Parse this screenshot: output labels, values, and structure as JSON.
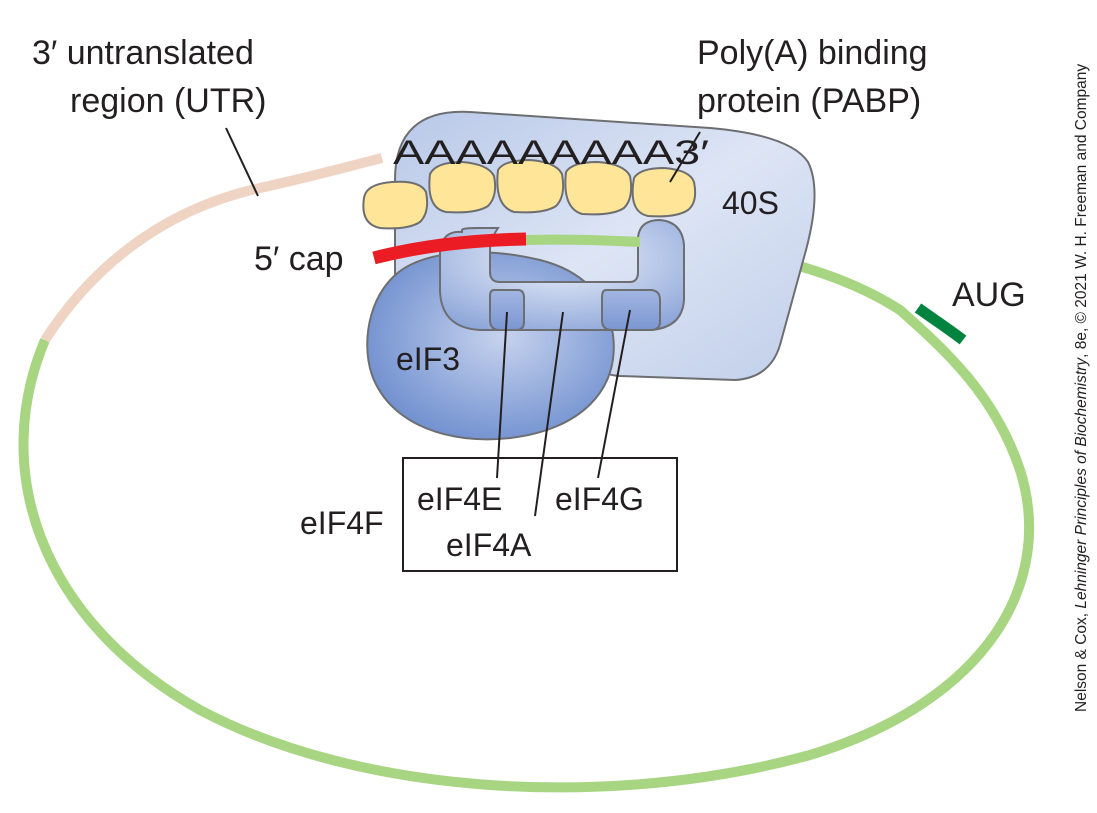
{
  "labels": {
    "utr_line1": "3′ untranslated",
    "utr_line2": "region (UTR)",
    "pabp_line1": "Poly(A) binding",
    "pabp_line2": "protein (PABP)",
    "polya": "AAAAAAAAA3′",
    "forty_s": "40S",
    "cap": "5′ cap",
    "aug": "AUG",
    "eif3": "eIF3",
    "eif4f": "eIF4F",
    "eif4e": "eIF4E",
    "eif4a": "eIF4A",
    "eif4g": "eIF4G"
  },
  "credit": {
    "prefix": "Nelson & Cox, ",
    "title": "Lehninger Principles of Biochemistry",
    "suffix": ", 8e, © 2021 W. H. Freeman and Company"
  },
  "colors": {
    "mrna": "#a8d582",
    "utr": "#efd4c4",
    "cap": "#ec1c24",
    "aug": "#00833e",
    "pabp_fill": "#fee597",
    "ribosome_fill": "#c5d3ec",
    "eif_fill": "#7b98d2",
    "outline": "#6d6e71"
  }
}
